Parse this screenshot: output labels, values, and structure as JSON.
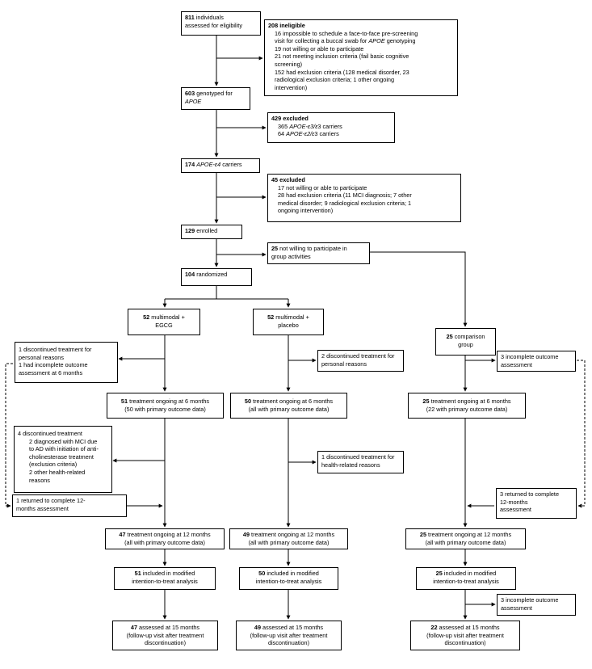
{
  "boxes": {
    "b_811": [
      [
        [
          "811",
          true
        ],
        [
          " individuals",
          false
        ]
      ],
      [
        [
          "assessed for eligibility",
          false
        ]
      ]
    ],
    "b_208": [
      [
        [
          "208 ineligible",
          true
        ]
      ],
      [
        [
          "16 impossible to schedule a face-to-face pre-screening",
          false
        ]
      ],
      [
        [
          "visit for collecting a buccal swab for ",
          false
        ],
        [
          "APOE",
          false,
          true
        ],
        [
          " genotyping",
          false
        ]
      ],
      [
        [
          "19 not willing or able to participate",
          false
        ]
      ],
      [
        [
          "21 not meeting inclusion criteria (fail basic cognitive",
          false
        ]
      ],
      [
        [
          "screening)",
          false
        ]
      ],
      [
        [
          "152 had exclusion criteria (128 medical disorder, 23",
          false
        ]
      ],
      [
        [
          "radiological exclusion criteria; 1 other ongoing",
          false
        ]
      ],
      [
        [
          "intervention)",
          false
        ]
      ]
    ],
    "b_603": [
      [
        [
          "603",
          true
        ],
        [
          " genotyped for",
          false
        ]
      ],
      [
        [
          "APOE",
          false,
          true
        ]
      ]
    ],
    "b_429": [
      [
        [
          "429 excluded",
          true
        ]
      ],
      [
        [
          "365 ",
          false
        ],
        [
          "APOE-ε3/ε",
          false,
          true
        ],
        [
          "3 carriers",
          false
        ]
      ],
      [
        [
          "64 ",
          false
        ],
        [
          "APOE-ε2/ε",
          false,
          true
        ],
        [
          "3 carriers",
          false
        ]
      ]
    ],
    "b_174": [
      [
        [
          "174 ",
          true
        ],
        [
          "APOE-ε4",
          false,
          true
        ],
        [
          " carriers",
          false
        ]
      ]
    ],
    "b_45": [
      [
        [
          "45 excluded",
          true
        ]
      ],
      [
        [
          "17 not willing or able to participate",
          false
        ]
      ],
      [
        [
          "28 had exclusion criteria (11 MCI diagnosis; 7 other",
          false
        ]
      ],
      [
        [
          "medical disorder; 9 radiological exclusion criteria; 1",
          false
        ]
      ],
      [
        [
          "ongoing intervention)",
          false
        ]
      ]
    ],
    "b_129": [
      [
        [
          "129",
          true
        ],
        [
          " enrolled",
          false
        ]
      ]
    ],
    "b_25nw": [
      [
        [
          "25",
          true
        ],
        [
          " not willing to participate in",
          false
        ]
      ],
      [
        [
          "group activities",
          false
        ]
      ]
    ],
    "b_104": [
      [
        [
          "104",
          true
        ],
        [
          " randomized",
          false
        ]
      ]
    ],
    "b_52e": [
      [
        [
          "52",
          true
        ],
        [
          " multimodal +",
          false
        ]
      ],
      [
        [
          "EGCG",
          false
        ]
      ]
    ],
    "b_52p": [
      [
        [
          "52",
          true
        ],
        [
          " multimodal +",
          false
        ]
      ],
      [
        [
          "placebo",
          false
        ]
      ]
    ],
    "b_25c": [
      [
        [
          "25",
          true
        ],
        [
          " comparison",
          false
        ]
      ],
      [
        [
          "group",
          false
        ]
      ]
    ],
    "b_disc_e6": [
      [
        [
          "1 discontinued treatment for",
          false
        ]
      ],
      [
        [
          "personal reasons",
          false
        ]
      ],
      [
        [
          "1 had incomplete outcome",
          false
        ]
      ],
      [
        [
          "assessment at 6 months",
          false
        ]
      ]
    ],
    "b_disc_p6": [
      [
        [
          "2 discontinued treatment for",
          false
        ]
      ],
      [
        [
          "personal reasons",
          false
        ]
      ]
    ],
    "b_inc_c6": [
      [
        [
          "3 incomplete outcome",
          false
        ]
      ],
      [
        [
          "assessment",
          false
        ]
      ]
    ],
    "b_e6": [
      [
        [
          "51",
          true
        ],
        [
          " treatment ongoing at 6 months",
          false
        ]
      ],
      [
        [
          "(50 with primary outcome data)",
          false
        ]
      ]
    ],
    "b_p6": [
      [
        [
          "50",
          true
        ],
        [
          " treatment ongoing at 6 months",
          false
        ]
      ],
      [
        [
          "(all with primary outcome data)",
          false
        ]
      ]
    ],
    "b_c6": [
      [
        [
          "25",
          true
        ],
        [
          " treatment ongoing at 6 months",
          false
        ]
      ],
      [
        [
          "(22 with primary outcome data)",
          false
        ]
      ]
    ],
    "b_disc_e12": [
      [
        [
          "4 discontinued treatment",
          false
        ]
      ],
      [
        [
          "2 diagnosed with MCI due",
          false
        ]
      ],
      [
        [
          "to AD with initiation of anti-",
          false
        ]
      ],
      [
        [
          "cholinesterase treatment",
          false
        ]
      ],
      [
        [
          "(exclusion criteria)",
          false
        ]
      ],
      [
        [
          "2 other health-related",
          false
        ]
      ],
      [
        [
          "reasons",
          false
        ]
      ]
    ],
    "b_disc_p12": [
      [
        [
          "1 discontinued treatment for",
          false
        ]
      ],
      [
        [
          "health-related reasons",
          false
        ]
      ]
    ],
    "b_ret_e": [
      [
        [
          "1 returned to complete 12-",
          false
        ]
      ],
      [
        [
          "months assessment",
          false
        ]
      ]
    ],
    "b_ret_c": [
      [
        [
          "3 returned to complete",
          false
        ]
      ],
      [
        [
          "12-months",
          false
        ]
      ],
      [
        [
          "assessment",
          false
        ]
      ]
    ],
    "b_e12": [
      [
        [
          "47",
          true
        ],
        [
          " treatment ongoing at 12 months",
          false
        ]
      ],
      [
        [
          "(all with primary outcome data)",
          false
        ]
      ]
    ],
    "b_p12": [
      [
        [
          "49",
          true
        ],
        [
          " treatment ongoing at 12 months",
          false
        ]
      ],
      [
        [
          "(all with primary outcome data)",
          false
        ]
      ]
    ],
    "b_c12": [
      [
        [
          "25",
          true
        ],
        [
          " treatment ongoing at 12 months",
          false
        ]
      ],
      [
        [
          "(all with primary outcome data)",
          false
        ]
      ]
    ],
    "b_itt_e": [
      [
        [
          "51",
          true
        ],
        [
          " included in modified",
          false
        ]
      ],
      [
        [
          "intention-to-treat analysis",
          false
        ]
      ]
    ],
    "b_itt_p": [
      [
        [
          "50",
          true
        ],
        [
          " included in modified",
          false
        ]
      ],
      [
        [
          "intention-to-treat analysis",
          false
        ]
      ]
    ],
    "b_itt_c": [
      [
        [
          "25",
          true
        ],
        [
          " included in modified",
          false
        ]
      ],
      [
        [
          "intention-to-treat analysis",
          false
        ]
      ]
    ],
    "b_inc_c15": [
      [
        [
          "3 incomplete outcome",
          false
        ]
      ],
      [
        [
          "assessment",
          false
        ]
      ]
    ],
    "b_e15": [
      [
        [
          "47",
          true
        ],
        [
          " assessed at 15 months",
          false
        ]
      ],
      [
        [
          "(follow-up visit after treatment",
          false
        ]
      ],
      [
        [
          "discontinuation)",
          false
        ]
      ]
    ],
    "b_p15": [
      [
        [
          "49",
          true
        ],
        [
          " assessed at 15 months",
          false
        ]
      ],
      [
        [
          "(follow-up visit after treatment",
          false
        ]
      ],
      [
        [
          "discontinuation)",
          false
        ]
      ]
    ],
    "b_c15": [
      [
        [
          "22",
          true
        ],
        [
          " assessed at 15 months",
          false
        ]
      ],
      [
        [
          "(follow-up visit after treatment",
          false
        ]
      ],
      [
        [
          "discontinuation)",
          false
        ]
      ]
    ]
  },
  "colors": {
    "stroke": "#000000",
    "background": "#ffffff"
  }
}
